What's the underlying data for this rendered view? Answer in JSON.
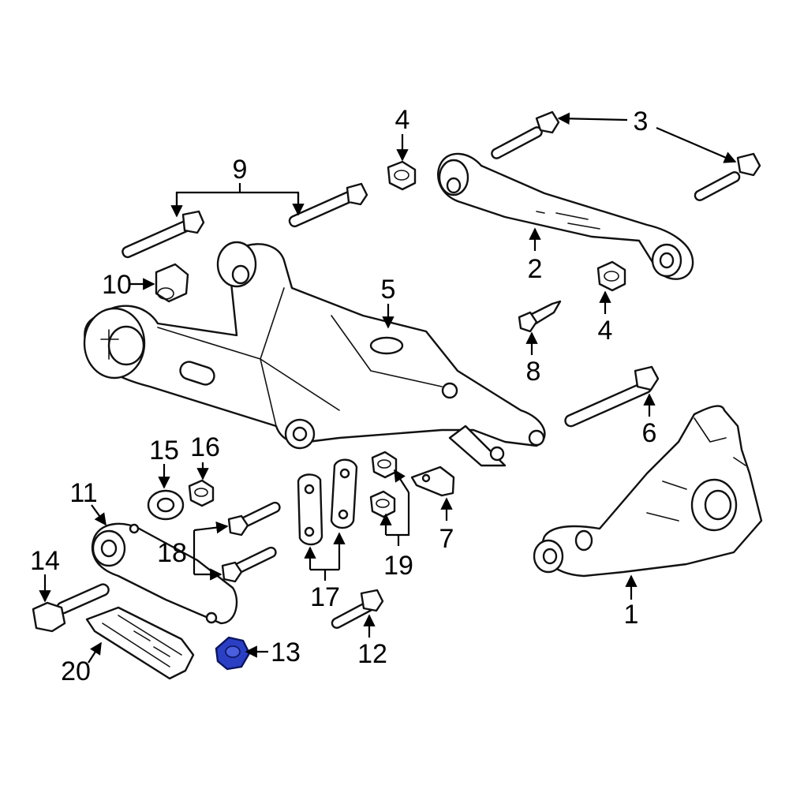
{
  "diagram": {
    "callouts": [
      "1",
      "2",
      "3",
      "4",
      "4",
      "5",
      "6",
      "7",
      "8",
      "9",
      "10",
      "11",
      "12",
      "13",
      "14",
      "15",
      "16",
      "17",
      "18",
      "19",
      "20"
    ],
    "highlighted_part": "13",
    "highlight_color": "#2b3fc4"
  }
}
